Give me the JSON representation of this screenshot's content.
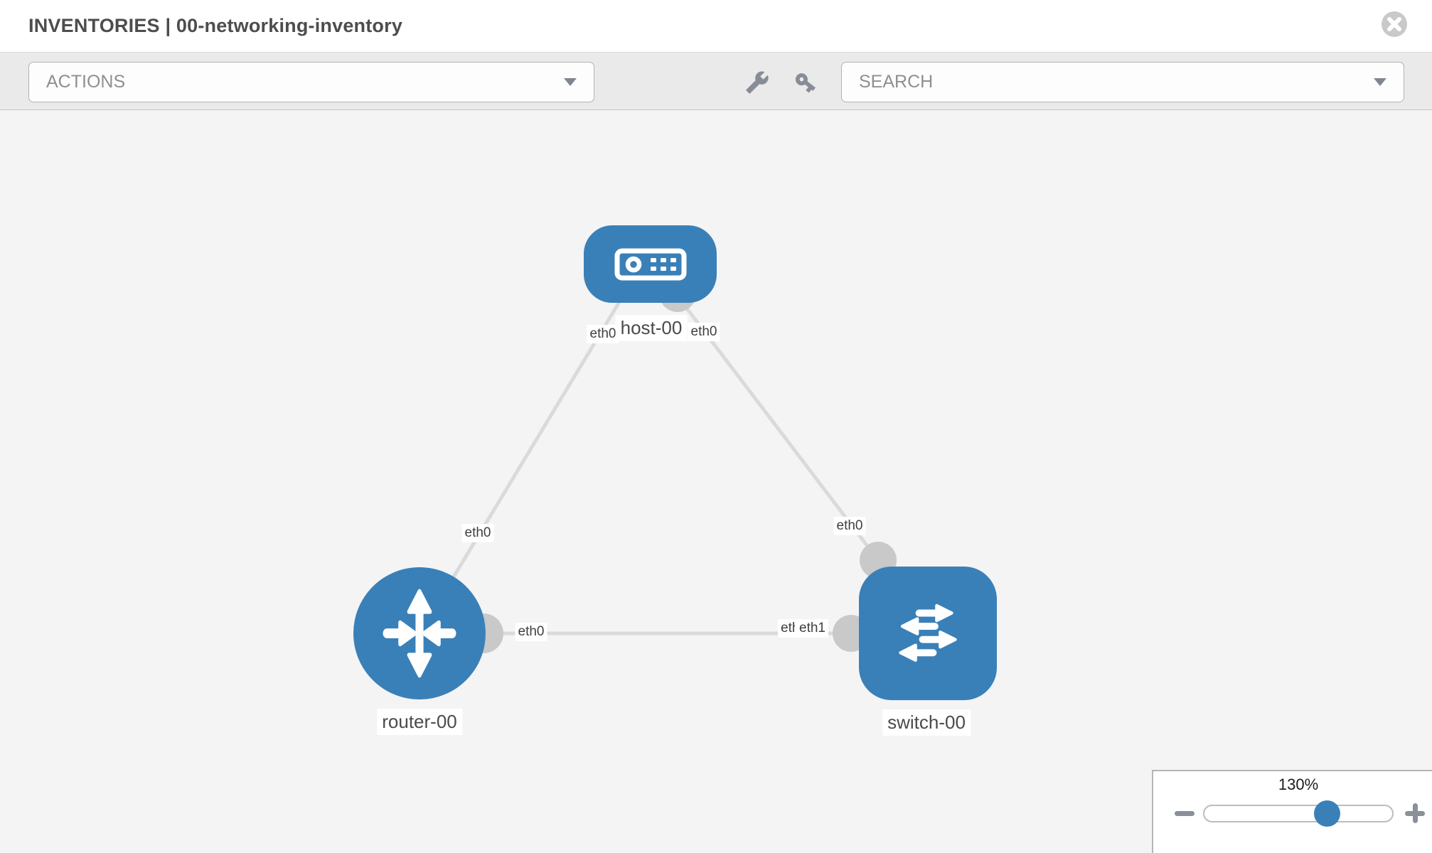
{
  "header": {
    "title": "INVENTORIES | 00-networking-inventory"
  },
  "toolbar": {
    "actions_label": "ACTIONS",
    "search_label": "SEARCH",
    "icons": [
      "wrench-icon",
      "key-icon",
      "chevron-down-icon"
    ]
  },
  "topology": {
    "nodes": [
      {
        "label": "host-00",
        "type": "host"
      },
      {
        "label": "router-00",
        "type": "router"
      },
      {
        "label": "switch-00",
        "type": "switch"
      }
    ],
    "links": [
      {
        "from": "host-00",
        "to": "router-00",
        "from_if": "eth0",
        "to_if": "eth0"
      },
      {
        "from": "host-00",
        "to": "switch-00",
        "from_if": "eth0",
        "to_if": "eth0"
      },
      {
        "from": "router-00",
        "to": "switch-00",
        "from_if": "eth0",
        "to_if": "eth1"
      }
    ],
    "interface_labels": {
      "host_left": "eth0",
      "host_right": "eth0",
      "router_top": "eth0",
      "switch_top": "eth0",
      "router_right": "eth0",
      "switch_left_hidden": "eth0",
      "switch_left": "eth1"
    }
  },
  "zoom_control": {
    "level": "130%",
    "percent": 130
  },
  "colors": {
    "node_blue": "#3a80b8",
    "link_gray": "#dadada",
    "port_gray": "#c9c9c9",
    "canvas_bg": "#f4f4f4",
    "toolbar_bg": "#eaeaea"
  }
}
